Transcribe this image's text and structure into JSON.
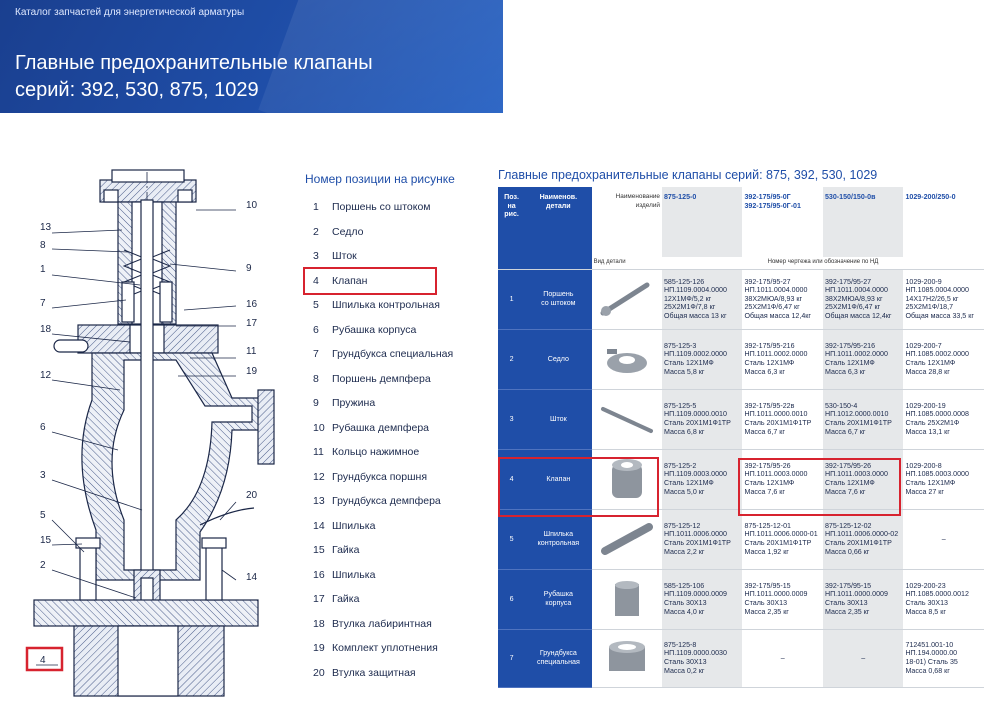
{
  "banner": {
    "catalog": "Каталог запчастей для энергетической арматуры",
    "title_line1": "Главные предохранительные клапаны",
    "title_line2": "серий: 392, 530, 875, 1029"
  },
  "drawing": {
    "labels_left": [
      "13",
      "8",
      "1",
      "7",
      "18",
      "12",
      "6",
      "3",
      "5",
      "15",
      "2",
      "4"
    ],
    "labels_right": [
      "10",
      "9",
      "16",
      "17",
      "11",
      "19",
      "20",
      "14"
    ]
  },
  "legend": {
    "title": "Номер позиции на рисунке",
    "items": [
      {
        "num": "1",
        "text": "Поршень со штоком"
      },
      {
        "num": "2",
        "text": "Седло"
      },
      {
        "num": "3",
        "text": "Шток"
      },
      {
        "num": "4",
        "text": "Клапан"
      },
      {
        "num": "5",
        "text": "Шпилька контрольная"
      },
      {
        "num": "6",
        "text": "Рубашка корпуса"
      },
      {
        "num": "7",
        "text": "Грундбукса специальная"
      },
      {
        "num": "8",
        "text": "Поршень демпфера"
      },
      {
        "num": "9",
        "text": "Пружина"
      },
      {
        "num": "10",
        "text": "Рубашка демпфера"
      },
      {
        "num": "11",
        "text": "Кольцо нажимное"
      },
      {
        "num": "12",
        "text": "Грундбукса поршня"
      },
      {
        "num": "13",
        "text": "Грундбукса демпфера"
      },
      {
        "num": "14",
        "text": "Шпилька"
      },
      {
        "num": "15",
        "text": "Гайка"
      },
      {
        "num": "16",
        "text": "Шпилька"
      },
      {
        "num": "17",
        "text": "Гайка"
      },
      {
        "num": "18",
        "text": "Втулка лабиринтная"
      },
      {
        "num": "19",
        "text": "Комплект уплотнения"
      },
      {
        "num": "20",
        "text": "Втулка защитная"
      }
    ]
  },
  "table": {
    "title": "Главные предохранительные клапаны серий: 875, 392, 530, 1029",
    "header": {
      "pos": "Поз. на рис.",
      "name": "Наименов. детали",
      "naming": "Наименование изделий",
      "view": "Вид детали",
      "drawing_no": "Номер чертежа или обозначение по НД",
      "products": [
        "875-125-0",
        "392-175/95-0Г\n392-175/95-0Г-01",
        "530-150/150-0в",
        "1029-200/250-0"
      ]
    },
    "rows": [
      {
        "pos": "1",
        "name": "Поршень\nсо штоком",
        "icon": "piston-rod",
        "cells": [
          [
            "585-125-126",
            "НП.1109.0004.0000",
            "12Х1МФ/5,2 кг",
            "25Х2М1Ф/7,8 кг",
            "Общая масса 13 кг"
          ],
          [
            "392-175/95-27",
            "НП.1011.0004.0000",
            "38Х2МЮА/8,93 кг",
            "25Х2М1Ф/6,47 кг",
            "Общая масса 12,4кг"
          ],
          [
            "392-175/95-27",
            "НП.1011.0004.0000",
            "38Х2МЮА/8,93 кг",
            "25Х2М1Ф/6,47 кг",
            "Общая масса 12,4кг"
          ],
          [
            "1029-200-9",
            "НП.1085.0004.0000",
            "14Х17Н2/26,5 кг",
            "25Х2М1Ф/18,7",
            "Общая масса 33,5 кг"
          ]
        ]
      },
      {
        "pos": "2",
        "name": "Седло",
        "icon": "seat",
        "cells": [
          [
            "875-125-3",
            "НП.1109.0002.0000",
            "Сталь 12Х1МФ",
            "Масса 5,8 кг"
          ],
          [
            "392-175/95-216",
            "НП.1011.0002.0000",
            "Сталь 12Х1МФ",
            "Масса 6,3 кг"
          ],
          [
            "392-175/95-216",
            "НП.1011.0002.0000",
            "Сталь 12Х1МФ",
            "Масса 6,3 кг"
          ],
          [
            "1029-200-7",
            "НП.1085.0002.0000",
            "Сталь 12Х1МФ",
            "Масса 28,8 кг"
          ]
        ]
      },
      {
        "pos": "3",
        "name": "Шток",
        "icon": "stem",
        "cells": [
          [
            "875-125-5",
            "НП.1109.0000.0010",
            "Сталь 20Х1М1Ф1ТР",
            "Масса 6,8 кг"
          ],
          [
            "392-175/95-22в",
            "НП.1011.0000.0010",
            "Сталь 20Х1М1Ф1ТР",
            "Масса 6,7 кг"
          ],
          [
            "530-150-4",
            "НП.1012.0000.0010",
            "Сталь 20Х1М1Ф1ТР",
            "Масса 6,7 кг"
          ],
          [
            "1029-200-19",
            "НП.1085.0000.0008",
            "Сталь 25Х2М1Ф",
            "Масса 13,1 кг"
          ]
        ]
      },
      {
        "pos": "4",
        "name": "Клапан",
        "icon": "valve-disc",
        "cells": [
          [
            "875-125-2",
            "НП.1109.0003.0000",
            "Сталь 12Х1МФ",
            "Масса 5,0 кг"
          ],
          [
            "392-175/95-26",
            "НП.1011.0003.0000",
            "Сталь 12Х1МФ",
            "Масса 7,6 кг"
          ],
          [
            "392-175/95-26",
            "НП.1011.0003.0000",
            "Сталь 12Х1МФ",
            "Масса 7,6 кг"
          ],
          [
            "1029-200-8",
            "НП.1085.0003.0000",
            "Сталь 12Х1МФ",
            "Масса 27 кг"
          ]
        ]
      },
      {
        "pos": "5",
        "name": "Шпилька\nконтрольная",
        "icon": "control-stud",
        "cells": [
          [
            "875-125-12",
            "НП.1011.0006.0000",
            "Сталь 20Х1М1Ф1ТР",
            "Масса 2,2 кг"
          ],
          [
            "875-125-12-01",
            "НП.1011.0006.0000-01",
            "Сталь 20Х1М1Ф1ТР",
            "Масса 1,92 кг"
          ],
          [
            "875-125-12-02",
            "НП.1011.0006.0000-02",
            "Сталь 20Х1М1Ф1ТР",
            "Масса 0,66 кг"
          ],
          [
            "–"
          ]
        ]
      },
      {
        "pos": "6",
        "name": "Рубашка\nкорпуса",
        "icon": "body-sleeve",
        "cells": [
          [
            "585-125-106",
            "НП.1109.0000.0009",
            "Сталь 30Х13",
            "Масса 4,0 кг"
          ],
          [
            "392-175/95-15",
            "НП.1011.0000.0009",
            "Сталь 30Х13",
            "Масса 2,35 кг"
          ],
          [
            "392-175/95-15",
            "НП.1011.0000.0009",
            "Сталь 30Х13",
            "Масса 2,35 кг"
          ],
          [
            "1029-200-23",
            "НП.1085.0000.0012",
            "Сталь 30Х13",
            "Масса 8,5 кг"
          ]
        ]
      },
      {
        "pos": "7",
        "name": "Грундбукса\nспециальная",
        "icon": "gland-bush",
        "cells": [
          [
            "875-125-8",
            "НП.1109.0000.0030",
            "Сталь 30Х13",
            "Масса 0,2 кг"
          ],
          [
            "–"
          ],
          [
            "–"
          ],
          [
            "712451.001-10",
            "НП.194.0000.00",
            "18-01) Сталь 35",
            "Масса 0,68 кг"
          ]
        ]
      }
    ]
  },
  "colors": {
    "brand_blue": "#1f4ea8",
    "highlight_red": "#d7232f",
    "shade_gray": "#e6e8ea"
  }
}
